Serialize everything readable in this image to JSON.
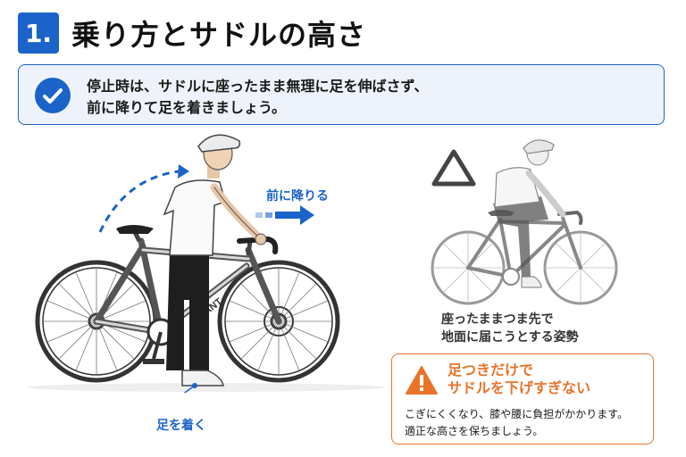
{
  "header": {
    "number": "1.",
    "title": "乗り方とサドルの高さ"
  },
  "info": {
    "line1": "停止時は、サドルに座ったまま無理に足を伸ばさず、",
    "line2": "前に降りて足を着きましょう。"
  },
  "main_illustration": {
    "label_forward": "前に降りる",
    "label_foot": "足を着く",
    "frame_brand": "GIANT"
  },
  "comparison": {
    "mark": "△",
    "caption_line1": "座ったままつま先で",
    "caption_line2": "地面に届こうとする姿勢"
  },
  "warning": {
    "title_line1": "足つきだけで",
    "title_line2": "サドルを下げすぎない",
    "body_line1": "こぎにくくなり、膝や腰に負担がかかります。",
    "body_line2": "適正な高さを保ちましょう。"
  },
  "colors": {
    "accent": "#1b63c9",
    "warning": "#e8742a",
    "box_bg": "#eef3fb"
  }
}
